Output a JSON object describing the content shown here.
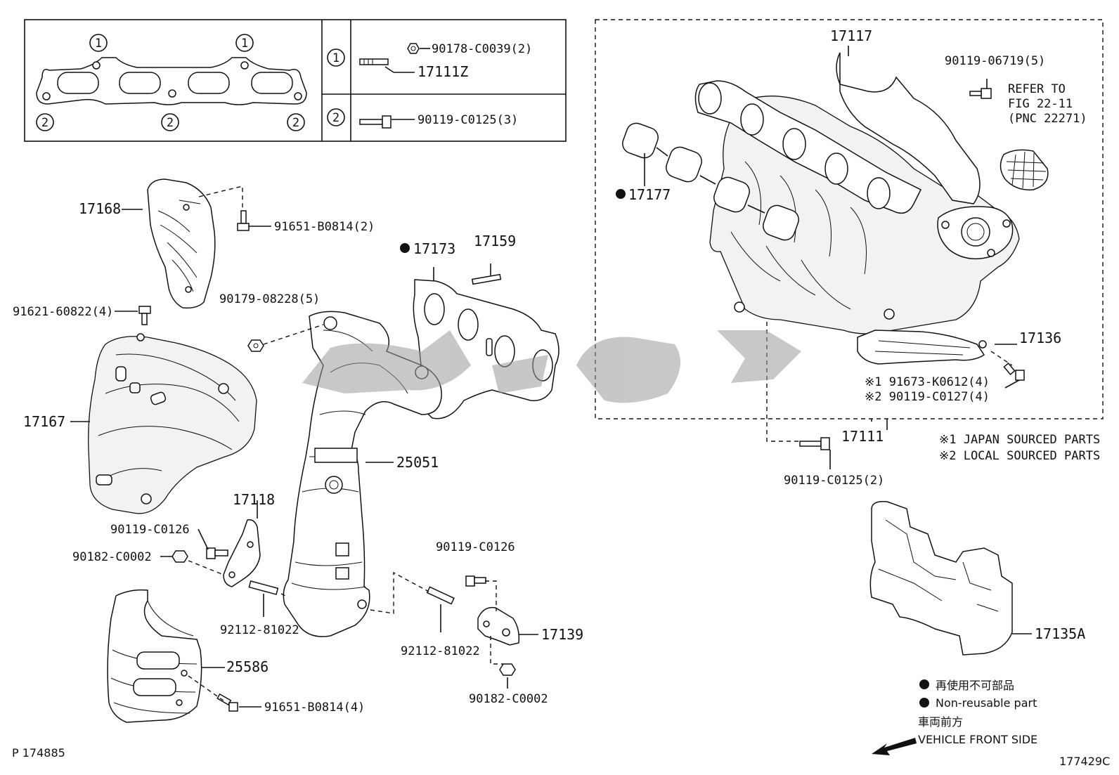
{
  "legend_box": {
    "circle1": "1",
    "circle2": "2",
    "row1": {
      "marker": "1",
      "part_a": "90178-C0039(2)",
      "part_b": "17111Z"
    },
    "row2": {
      "marker": "2",
      "part_a": "90119-C0125(3)"
    }
  },
  "labels": {
    "p17168": "17168",
    "p91651_b0814_2": "91651-B0814(2)",
    "p91621_60822_4": "91621-60822(4)",
    "p90179_08228_5": "90179-08228(5)",
    "p17173": "17173",
    "p17159": "17159",
    "p17167": "17167",
    "p25051": "25051",
    "p17118": "17118",
    "p90119_c0126_a": "90119-C0126",
    "p90182_c0002_a": "90182-C0002",
    "p92112_81022_a": "92112-81022",
    "p25586": "25586",
    "p91651_b0814_4": "91651-B0814(4)",
    "p90119_c0126_b": "90119-C0126",
    "p92112_81022_b": "92112-81022",
    "p17139": "17139",
    "p90182_c0002_b": "90182-C0002",
    "p17117": "17117",
    "p90119_06719_5": "90119-06719(5)",
    "refer_line1": "REFER TO",
    "refer_line2": "FIG 22-11",
    "refer_line3": "(PNC 22271)",
    "p17177": "17177",
    "p17136": "17136",
    "p91673_k0612_4": "※1 91673-K0612(4)",
    "p90119_c0127_4": "※2 90119-C0127(4)",
    "p17111": "17111",
    "p90119_c0125_2": "90119-C0125(2)",
    "note1": "※1 JAPAN SOURCED PARTS",
    "note2": "※2 LOCAL SOURCED PARTS",
    "p17135a": "17135A"
  },
  "footer": {
    "nonreusable_jp": "再使用不可部品",
    "nonreusable_en": "Non-reusable part",
    "front_jp": "車両前方",
    "front_en": "VEHICLE FRONT SIDE",
    "left_code": "P 174885",
    "right_code": "177429C"
  }
}
